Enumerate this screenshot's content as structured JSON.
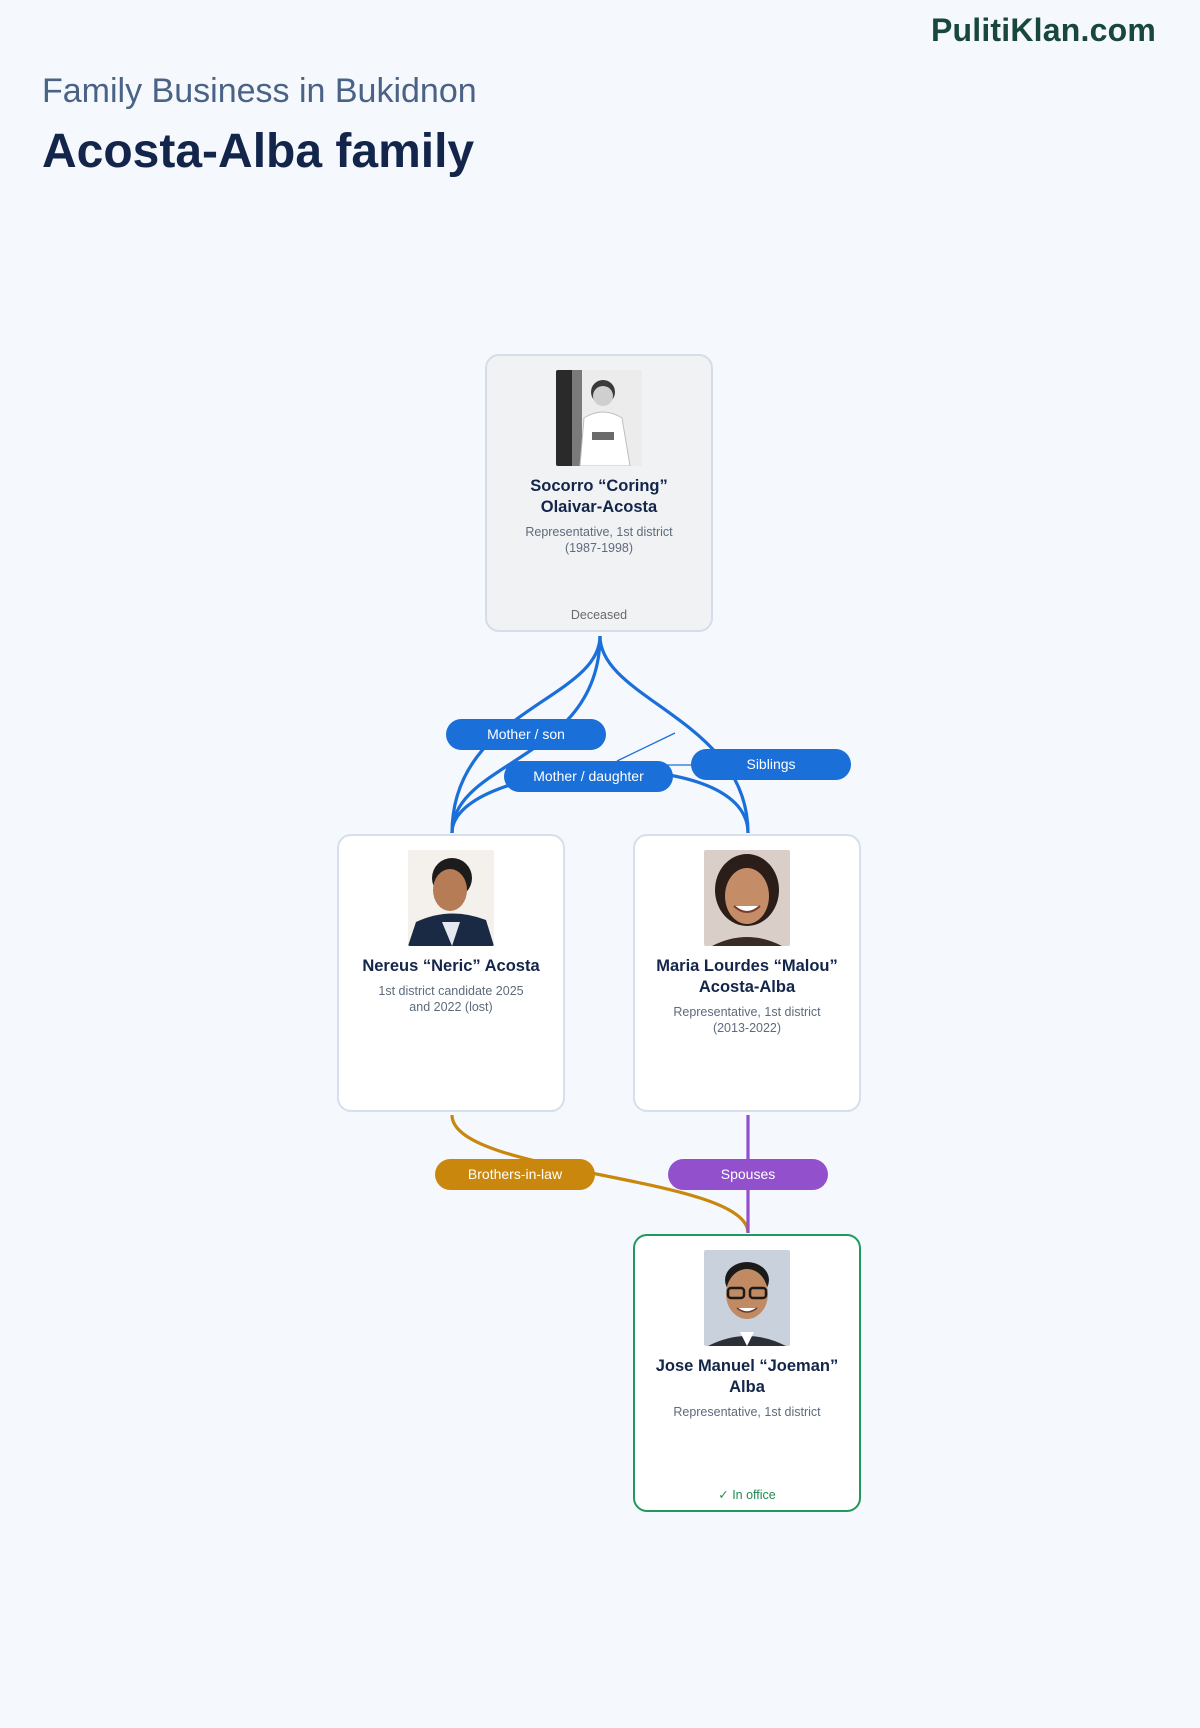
{
  "brand": "PulitiKlan.com",
  "header": {
    "subtitle": "Family Business in Bukidnon",
    "title": "Acosta-Alba family"
  },
  "colors": {
    "mother_link": "#1a6fd8",
    "brothers_in_law_link": "#c9870d",
    "spouses_link": "#9350cc",
    "in_office": "#1f9a5c"
  },
  "people": {
    "socorro": {
      "name_line1": "Socorro “Coring”",
      "name_line2": "Olaivar-Acosta",
      "role_line1": "Representative, 1st district",
      "role_line2": "(1987-1998)",
      "status": "Deceased"
    },
    "nereus": {
      "name_line1": "Nereus “Neric” Acosta",
      "role_line1": "1st district candidate 2025",
      "role_line2": "and 2022 (lost)"
    },
    "maria": {
      "name_line1": "Maria Lourdes “Malou”",
      "name_line2": "Acosta-Alba",
      "role_line1": "Representative, 1st district",
      "role_line2": "(2013-2022)"
    },
    "jose": {
      "name_line1": "Jose Manuel “Joeman”",
      "name_line2": "Alba",
      "role_line1": "Representative, 1st district",
      "status": "✓ In office"
    }
  },
  "relations": {
    "mother_son": "Mother / son",
    "mother_daughter": "Mother / daughter",
    "siblings": "Siblings",
    "brothers_in_law": "Brothers-in-law",
    "spouses": "Spouses"
  }
}
